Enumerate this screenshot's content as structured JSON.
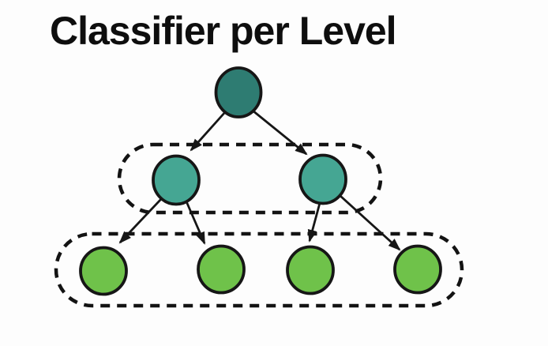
{
  "title": "Classifier per Level",
  "colors": {
    "background": "#fdfdfd",
    "title_text": "#0e0e0e",
    "node_outline": "#161616",
    "edge": "#161616",
    "group_outline": "#131313"
  },
  "diagram": {
    "type": "tree",
    "levels": [
      {
        "level": 0,
        "name": "root-level",
        "node_count": 1,
        "fill": "#2e7c72",
        "grouped": false
      },
      {
        "level": 1,
        "name": "middle-level",
        "node_count": 2,
        "fill": "#45a693",
        "grouped": true
      },
      {
        "level": 2,
        "name": "leaf-level",
        "node_count": 4,
        "fill": "#6fc24a",
        "grouped": true
      }
    ]
  }
}
